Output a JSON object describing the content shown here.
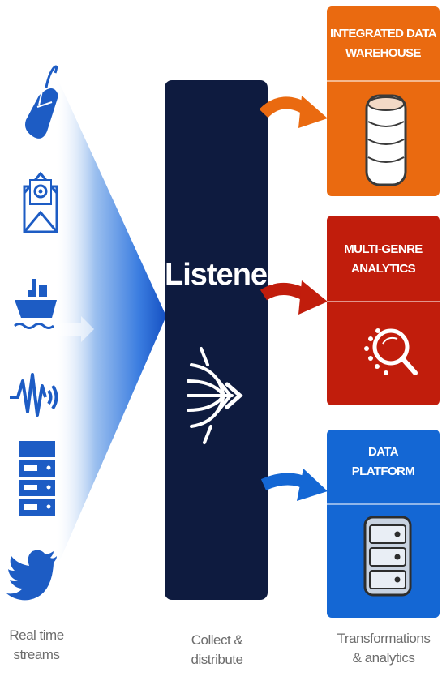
{
  "sources": {
    "icons": [
      "mouse-icon",
      "email-icon",
      "ship-icon",
      "sound-wave-icon",
      "server-rack-icon",
      "twitter-bird-icon"
    ],
    "caption_line1": "Real time",
    "caption_line2": "streams"
  },
  "listener": {
    "label": "Listener",
    "icon": "distribution-arrows-icon",
    "caption_line1": "Collect &",
    "caption_line2": "distribute"
  },
  "destinations": [
    {
      "title_line1": "INTEGRATED DATA",
      "title_line2": "WAREHOUSE",
      "icon": "database-icon",
      "color": "#ea6a10"
    },
    {
      "title_line1": "MULTI-GENRE",
      "title_line2": "ANALYTICS",
      "icon": "analytics-magnifier-icon",
      "color": "#c11d0c"
    },
    {
      "title_line1": "DATA",
      "title_line2": "PLATFORM",
      "icon": "server-icon",
      "color": "#1467d4"
    }
  ],
  "output_caption": {
    "line1": "Transformations",
    "line2": "& analytics"
  },
  "colors": {
    "listener_bg": "#0e1b3f",
    "source_blue": "#1d5cc4",
    "caption_gray": "#6d6d6d"
  }
}
